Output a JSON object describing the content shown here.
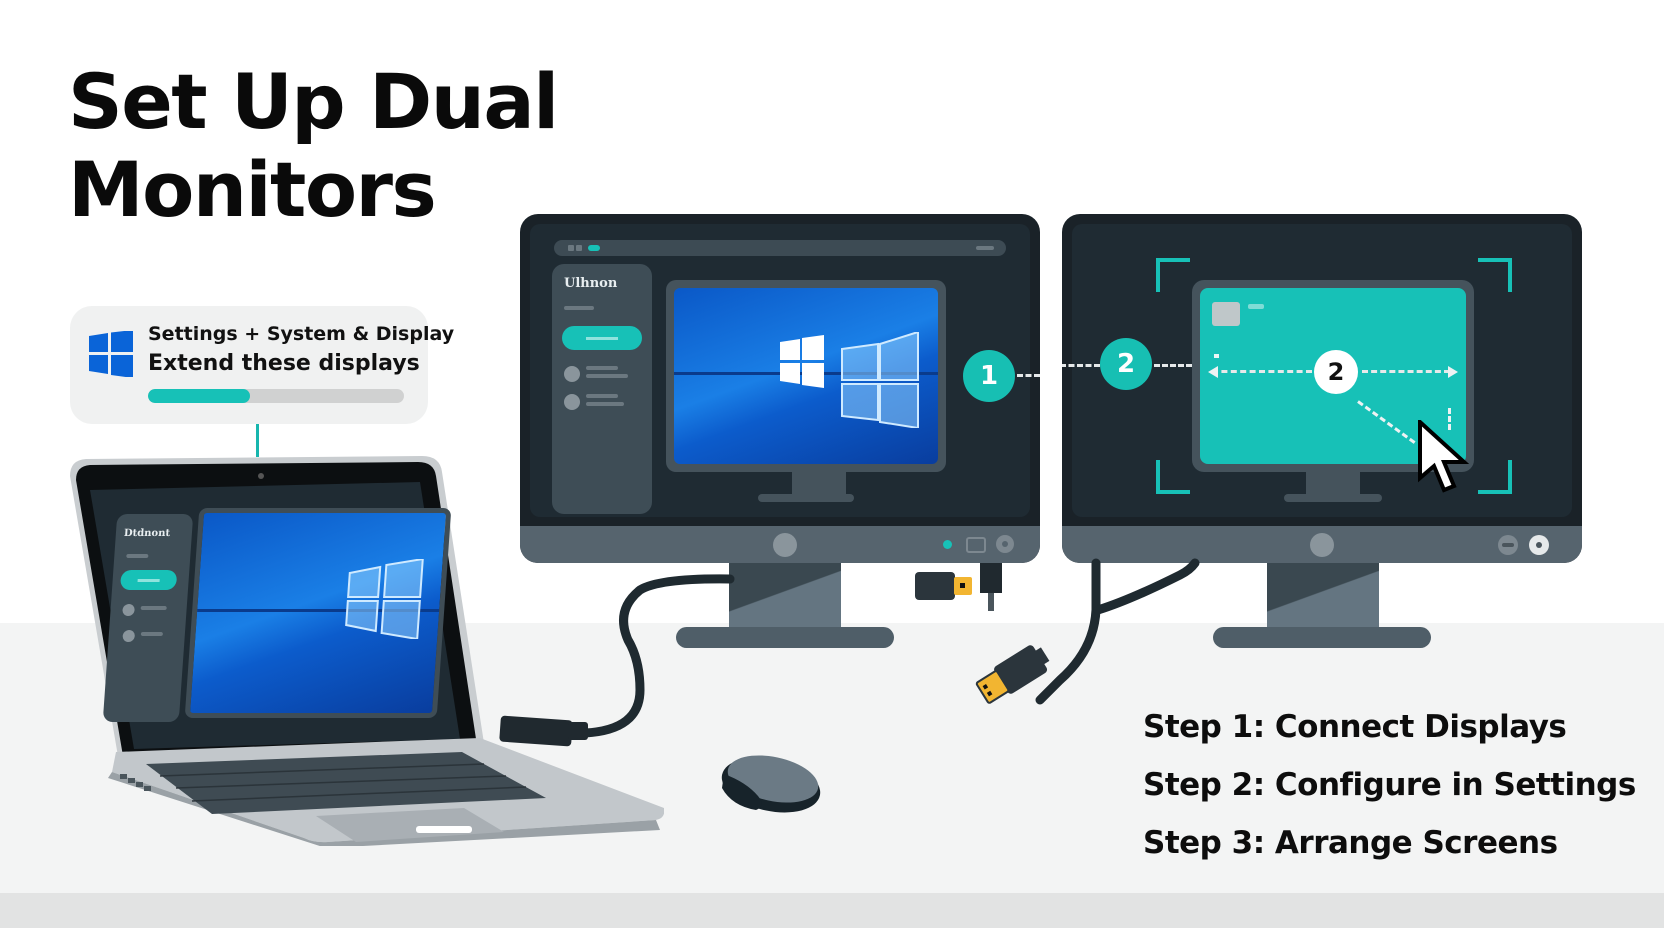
{
  "title": {
    "line1": "Set Up Dual",
    "line2": "Monitors"
  },
  "settings_card": {
    "icon": "windows-logo-icon",
    "path_label": "Settings + System & Display",
    "option_label": "Extend these displays",
    "progress_percent": 40,
    "accent_color": "#17c1b7"
  },
  "monitor_1": {
    "sidebar_label": "Ulhnon",
    "badge": "1",
    "wallpaper": "windows-wallpaper"
  },
  "monitor_2": {
    "badge_outer": "2",
    "badge_inner": "2",
    "screen_color": "#17c1b7"
  },
  "laptop": {
    "sidebar_label": "Dtdnont",
    "wallpaper": "windows-wallpaper"
  },
  "steps": [
    "Step 1: Connect Displays",
    "Step 2: Configure in Settings",
    "Step 3: Arrange Screens"
  ],
  "colors": {
    "accent": "#17c1b7",
    "monitor_body": "#1a2228",
    "bezel": "#56646e",
    "windows_blue": "#0a64d8",
    "connector_gold": "#f2b531"
  }
}
